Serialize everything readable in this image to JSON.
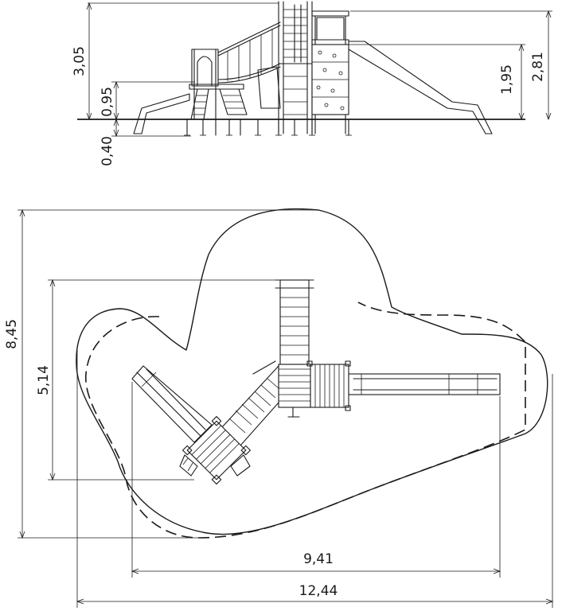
{
  "elevation_dimensions": {
    "overall_height": "3,05",
    "deck_height_low": "0,95",
    "foundation_depth": "0,40",
    "deck_height_high": "1,95",
    "roof_height": "2,81"
  },
  "plan_dimensions": {
    "safety_area_depth": "8,45",
    "equipment_depth": "5,14",
    "equipment_length": "9,41",
    "safety_area_length": "12,44"
  }
}
